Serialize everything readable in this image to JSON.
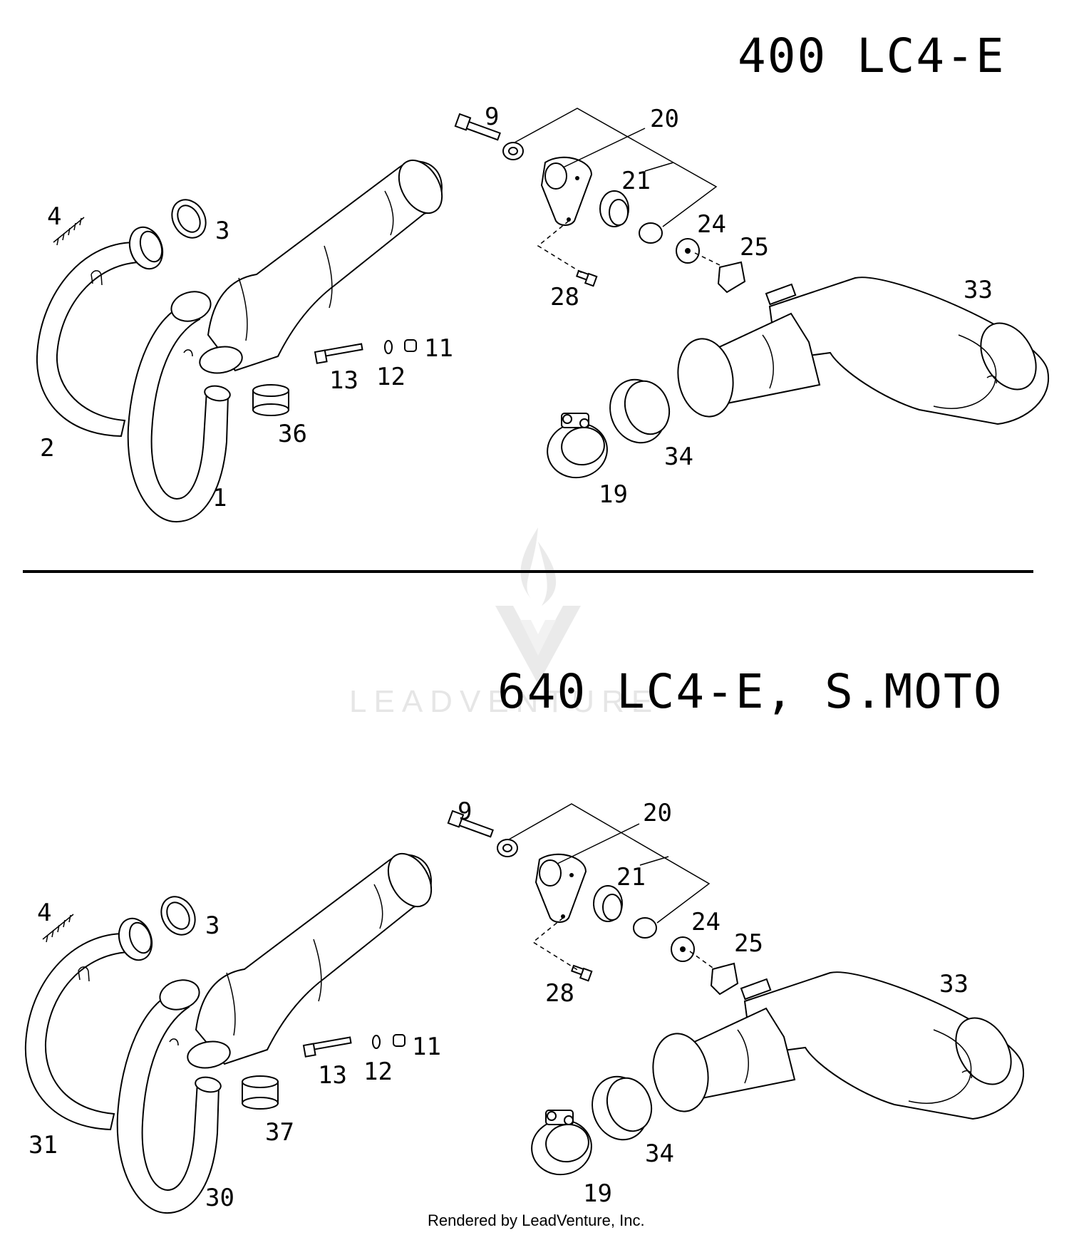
{
  "watermark": {
    "text": "LEADVENTURE"
  },
  "footer": {
    "text": "Rendered by LeadVenture, Inc."
  },
  "sections": [
    {
      "title": "400 LC4-E",
      "callouts": [
        "9",
        "20",
        "21",
        "24",
        "25",
        "28",
        "4",
        "3",
        "33",
        "13",
        "12",
        "11",
        "36",
        "2",
        "1",
        "34",
        "19"
      ]
    },
    {
      "title": "640 LC4-E, S.MOTO",
      "callouts": [
        "9",
        "20",
        "21",
        "24",
        "25",
        "28",
        "4",
        "3",
        "33",
        "13",
        "12",
        "11",
        "37",
        "31",
        "30",
        "34",
        "19"
      ]
    }
  ]
}
